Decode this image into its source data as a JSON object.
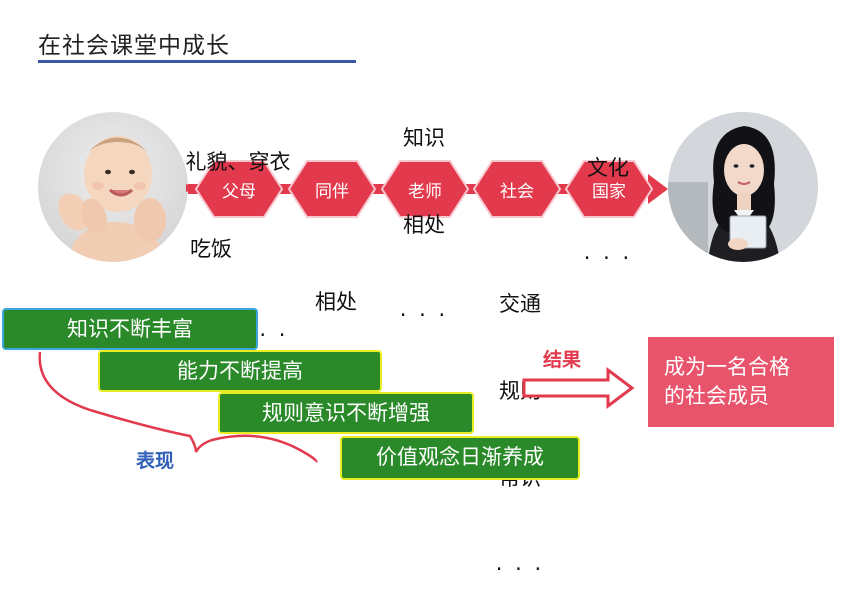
{
  "title": "在社会课堂中成长",
  "chain": [
    "父母",
    "同伴",
    "老师",
    "社会",
    "国家"
  ],
  "notes_above": {
    "parents": [
      "礼貌、穿衣",
      "吃饭",
      ". . ."
    ],
    "teacher": [
      "知识",
      "相处",
      ". . ."
    ],
    "country": [
      "文化",
      ". . ."
    ]
  },
  "notes_below": {
    "peers": [
      "相处",
      ". . ."
    ],
    "society": [
      "交通",
      "规则",
      "常识",
      ". . ."
    ]
  },
  "manifestations": [
    "知识不断丰富",
    "能力不断提高",
    "规则意识不断增强",
    "价值观念日渐养成"
  ],
  "show_label": "表现",
  "result_label": "结果",
  "result_box": [
    "成为一名合格",
    "的社会成员"
  ],
  "colors": {
    "hex": "#e2394d",
    "green": "#2a8a2a",
    "pink": "#e8546b",
    "accent_line": "#3a58a6",
    "blue_text": "#2f5fb8"
  },
  "icons": {
    "baby": "baby-photo",
    "woman": "woman-photo"
  }
}
